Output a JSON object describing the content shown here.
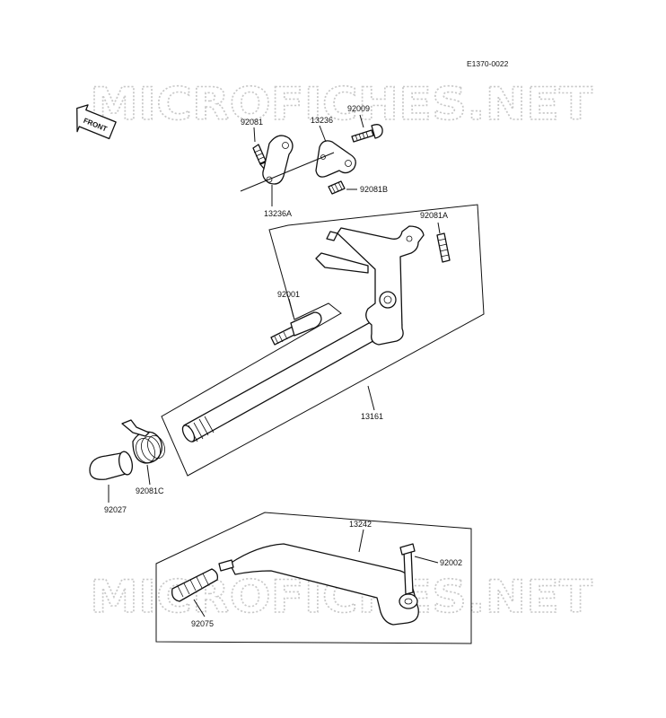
{
  "diagram_code": "E1370-0022",
  "front_label": "FRONT",
  "watermark": "MICROFICHES.NET",
  "parts": {
    "p92081": "92081",
    "p13236": "13236",
    "p92009": "92009",
    "p13236A": "13236A",
    "p92081B": "92081B",
    "p92081A": "92081A",
    "p92001": "92001",
    "p13161": "13161",
    "p92027": "92027",
    "p92081C": "92081C",
    "p13242": "13242",
    "p92002": "92002",
    "p92075": "92075"
  }
}
